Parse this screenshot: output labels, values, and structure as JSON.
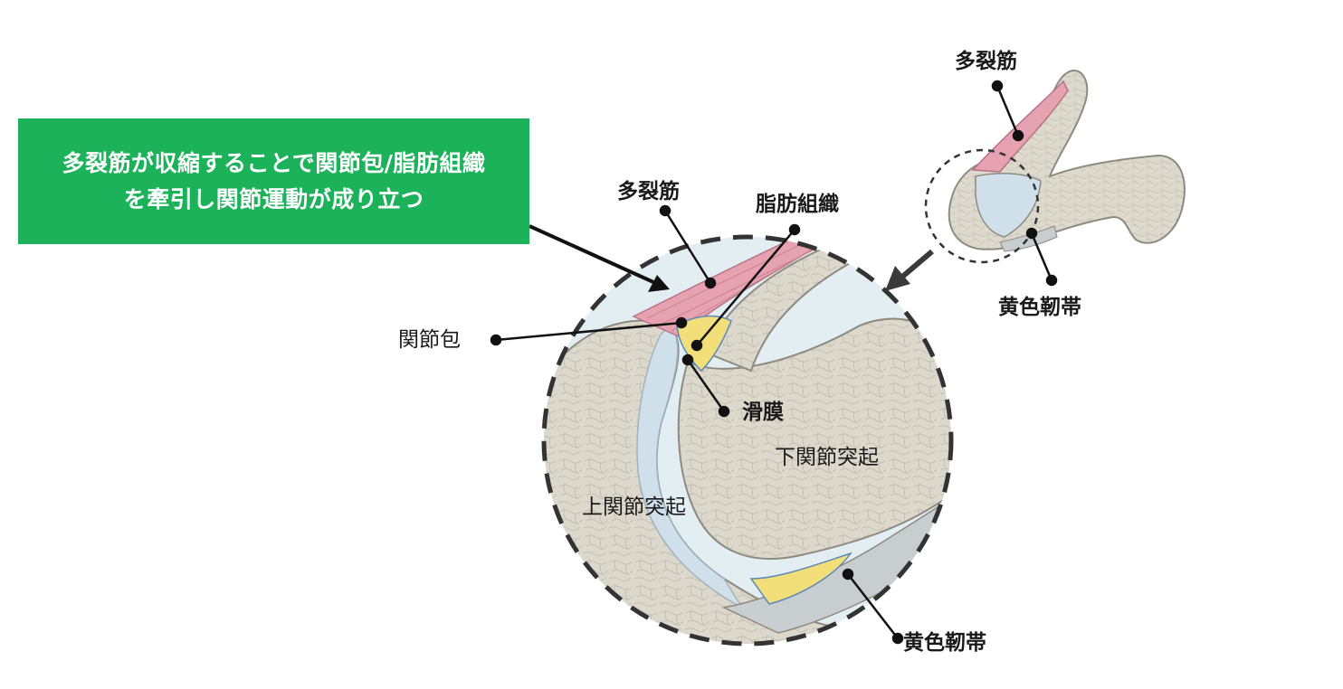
{
  "callout": {
    "line1": "多裂筋が収縮することで関節包/脂肪組織",
    "line2": "を牽引し関節運動が成り立つ"
  },
  "labels": {
    "multifidus_main": "多裂筋",
    "fat_tissue": "脂肪組織",
    "joint_capsule": "関節包",
    "synovium": "滑膜",
    "inferior_process": "下関節突起",
    "superior_process": "上関節突起",
    "ligamentum_flavum_main": "黄色靭帯",
    "multifidus_inset": "多裂筋",
    "ligamentum_flavum_inset": "黄色靭帯"
  },
  "colors": {
    "callout_bg": "#1cb25a",
    "muscle": "#e7a2b2",
    "bone": "#dcd8cc",
    "cartilage": "#cfe0ea",
    "fat": "#f3df7a",
    "ligament": "#c8cdd0",
    "zoom_bg": "#e3eef2"
  }
}
